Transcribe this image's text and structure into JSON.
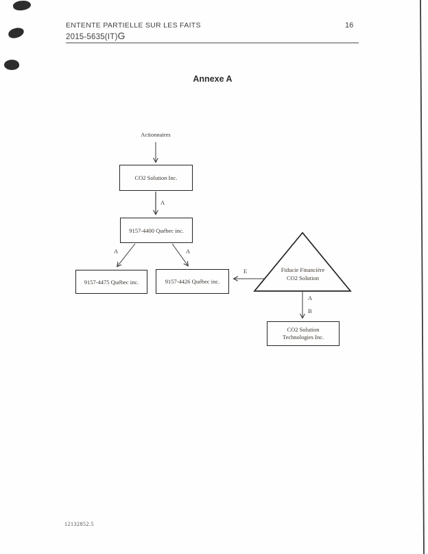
{
  "document": {
    "header": {
      "title": "ENTENTE PARTIELLE SUR LES FAITS",
      "docket_number": "2015-5635(IT)",
      "docket_suffix": "G",
      "page_number": "16"
    },
    "annex_title": "Annexe A",
    "footer": {
      "document_id": "12132852.5"
    }
  },
  "diagram": {
    "shareholders_label": "Actionnaires",
    "nodes": {
      "co2_solution": "CO2 Solution Inc.",
      "qc_4400": "9157-4400 Québec inc.",
      "qc_4475": "9157-4475 Québec inc.",
      "qc_4426": "9157-4426 Québec inc.",
      "fiducie_line1": "Fiducie Financière",
      "fiducie_line2": "CO2 Solution",
      "co2_tech_line1": "CO2 Solution",
      "co2_tech_line2": "Technologies Inc."
    },
    "edge_labels": {
      "co2_to_4400": "A",
      "qc4400_to_4475": "A",
      "qc4400_to_4426": "A",
      "fiducie_to_4426": "E",
      "fiducie_to_tech_a": "A",
      "fiducie_to_tech_b": "B"
    }
  },
  "colors": {
    "ink": "#3f3f3f",
    "diagram_ink": "#3a342e",
    "box_border": "#222222",
    "connector": "#3a3a3a",
    "scan_artifact": "#161616"
  }
}
